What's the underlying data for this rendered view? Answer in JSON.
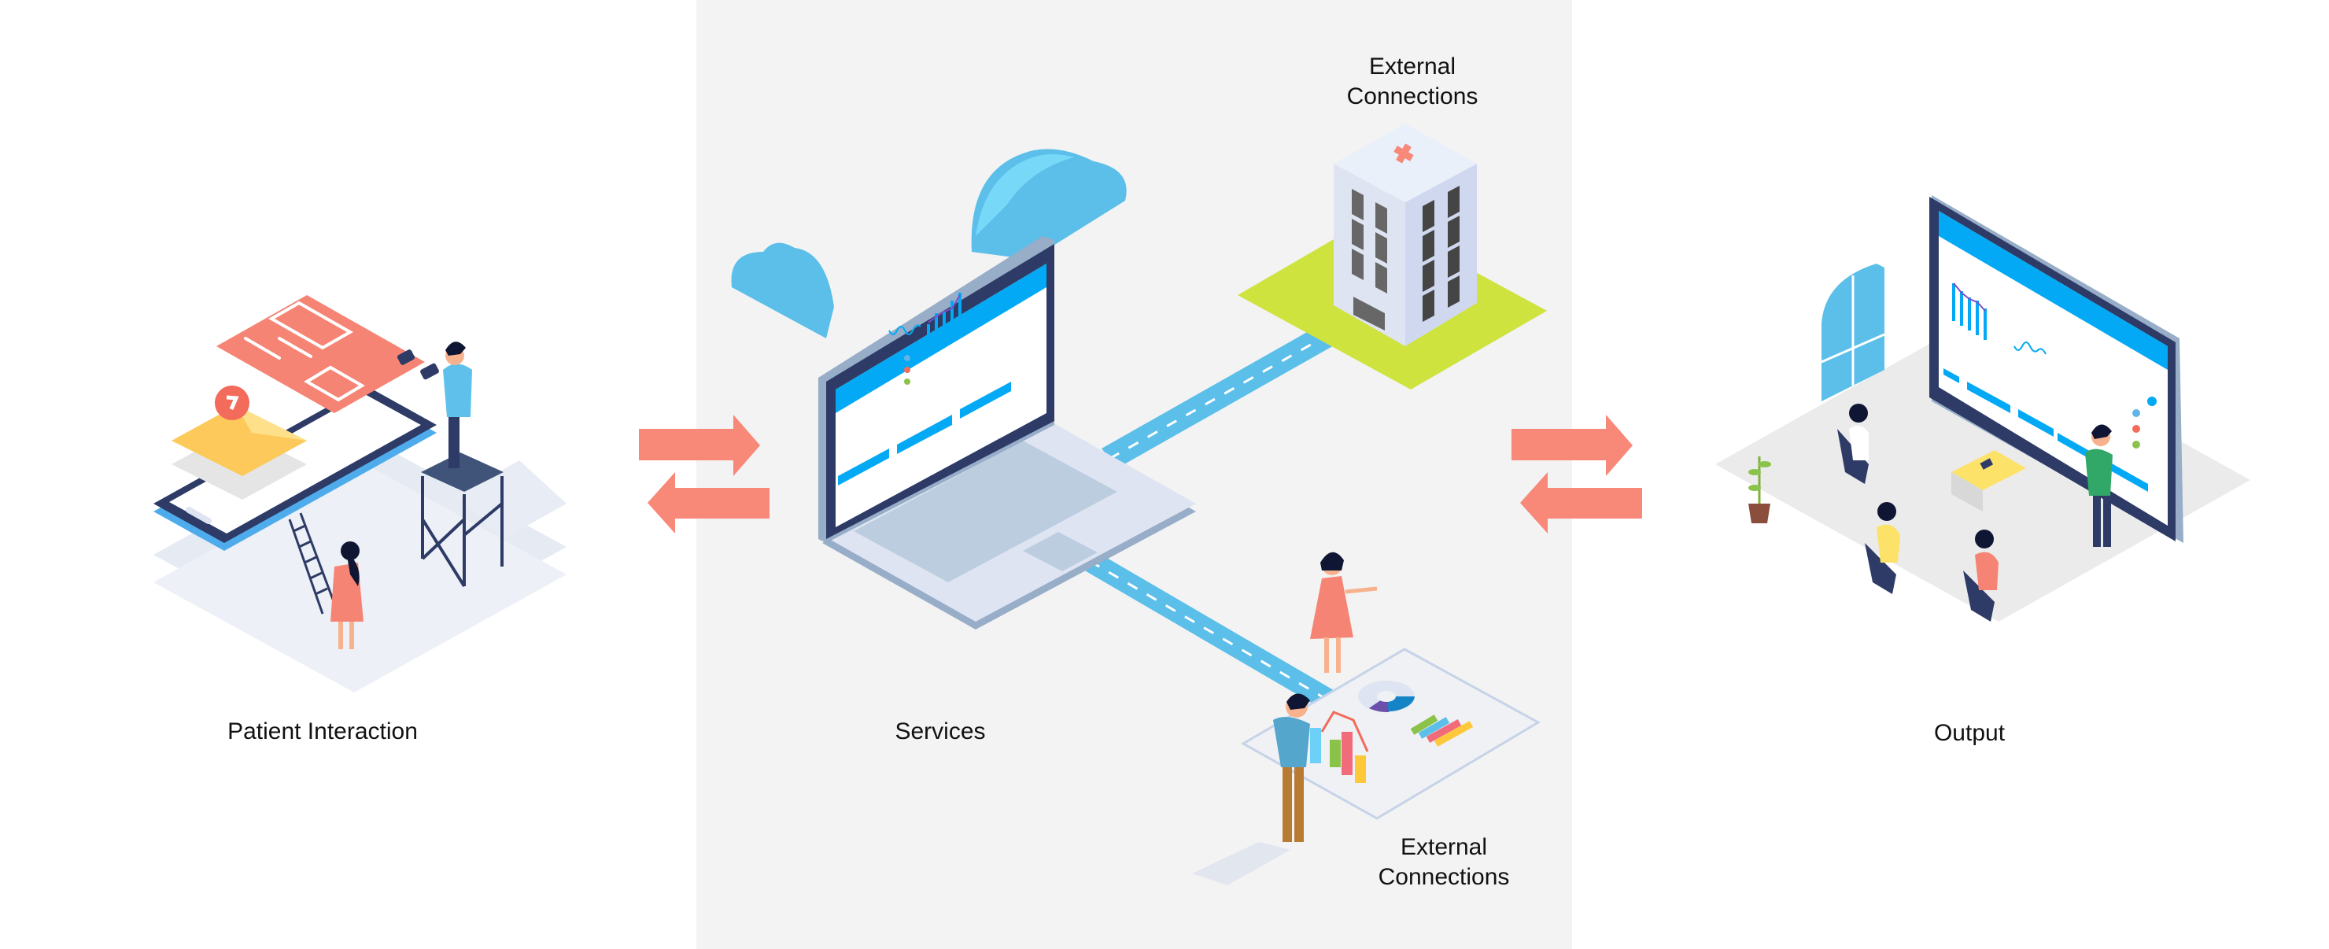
{
  "diagram": {
    "stages": [
      {
        "id": "patient-interaction",
        "label": "Patient Interaction"
      },
      {
        "id": "services",
        "label": "Services"
      },
      {
        "id": "output",
        "label": "Output"
      }
    ],
    "external_connections": [
      {
        "id": "hospital",
        "label": "External\nConnections"
      },
      {
        "id": "reports",
        "label": "External\nConnections"
      }
    ],
    "flows": [
      {
        "from": "patient-interaction",
        "to": "services",
        "direction": "bidirectional"
      },
      {
        "from": "services",
        "to": "output",
        "direction": "bidirectional"
      }
    ],
    "colors": {
      "arrow": "#f88878",
      "panel": "#f3f3f3",
      "accent_blue": "#03a9f4",
      "navy": "#2d3b66",
      "coral": "#f68474",
      "grass": "#cfe33f",
      "road": "#5bbfea"
    }
  }
}
